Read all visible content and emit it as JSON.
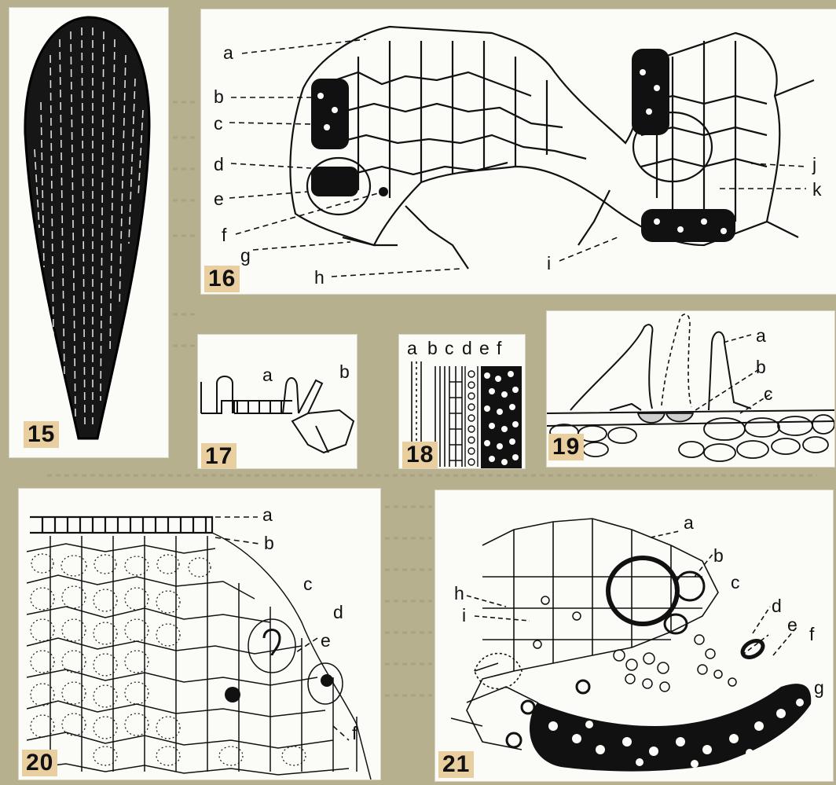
{
  "figures": {
    "f15": {
      "number": "15"
    },
    "f16": {
      "number": "16",
      "labels": [
        "a",
        "b",
        "c",
        "d",
        "e",
        "f",
        "g",
        "h",
        "i",
        "j",
        "k"
      ]
    },
    "f17": {
      "number": "17",
      "labels": [
        "a",
        "b"
      ]
    },
    "f18": {
      "number": "18",
      "labels": [
        "a",
        "b",
        "c",
        "d",
        "e",
        "f"
      ]
    },
    "f19": {
      "number": "19",
      "labels": [
        "a",
        "b",
        "c"
      ]
    },
    "f20": {
      "number": "20",
      "labels": [
        "a",
        "b",
        "c",
        "d",
        "e",
        "f"
      ]
    },
    "f21": {
      "number": "21",
      "labels": [
        "a",
        "b",
        "c",
        "d",
        "e",
        "f",
        "g",
        "h",
        "i"
      ]
    }
  },
  "colors": {
    "background": "#b7b08f",
    "plate": "#fbfbf7",
    "number_tag": "#e9cfa0",
    "ink": "#111111"
  }
}
